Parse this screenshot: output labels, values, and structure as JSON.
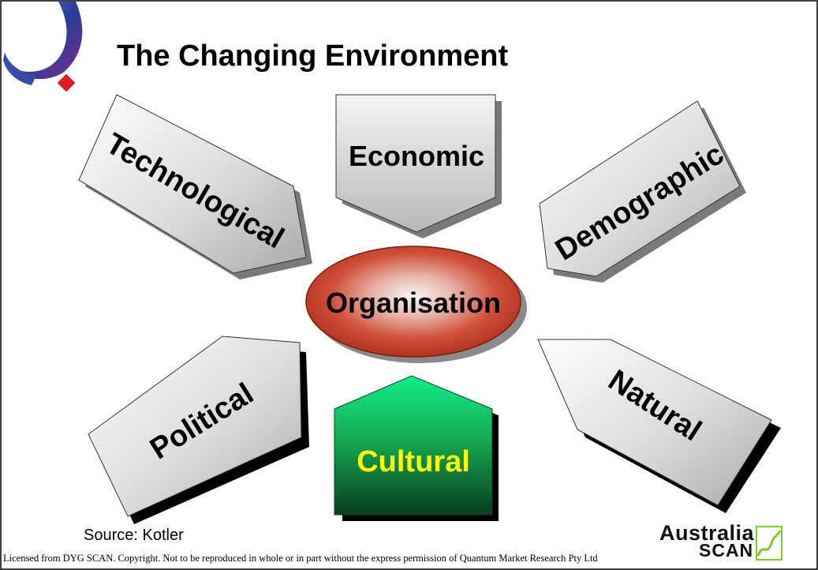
{
  "title": "The Changing Environment",
  "center": {
    "label": "Organisation"
  },
  "forces": {
    "technological": "Technological",
    "economic": "Economic",
    "demographic": "Demographic",
    "political": "Political",
    "cultural": "Cultural",
    "natural": "Natural"
  },
  "source": "Source: Kotler",
  "footer": "Licensed from DYG SCAN. Copyright. Not to be reproduced in whole or in part without the express permission of Quantum Market Research Pty Ltd",
  "brand": {
    "line1": "Australia",
    "line2": "SCAN"
  },
  "colors": {
    "center_fill": "#c8402c",
    "cultural_top": "#11ee88",
    "cultural_bottom": "#0a4a24",
    "cultural_text": "#ffff00",
    "brand_accent": "#7ec830"
  }
}
